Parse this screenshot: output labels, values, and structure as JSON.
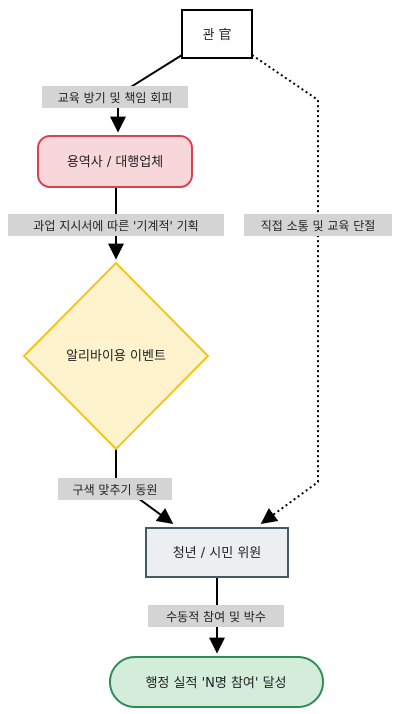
{
  "nodes": {
    "government": "관 官",
    "contractor": "용역사 / 대행업체",
    "event": "알리바이용 이벤트",
    "citizens": "청년 / 시민 위원",
    "outcome": "행정 실적 'N명 참여' 달성"
  },
  "edges": {
    "gov_to_contractor": "교육 방기 및 책임 회피",
    "contractor_to_event": "과업 지시서에 따른 '기계적' 기획",
    "event_to_citizens": "구색 맞추기 동원",
    "gov_to_citizens": "직접 소통 및 교육 단절",
    "citizens_to_outcome": "수동적 참여 및 박수"
  },
  "colors": {
    "contractor_fill": "#f8d7da",
    "contractor_stroke": "#d9434f",
    "event_fill": "#fff3cd",
    "event_stroke": "#f2c418",
    "citizens_fill": "#eceff1",
    "citizens_stroke": "#455a64",
    "outcome_fill": "#d4edda",
    "outcome_stroke": "#2e8b57",
    "label_bg": "#d4d4d4"
  }
}
